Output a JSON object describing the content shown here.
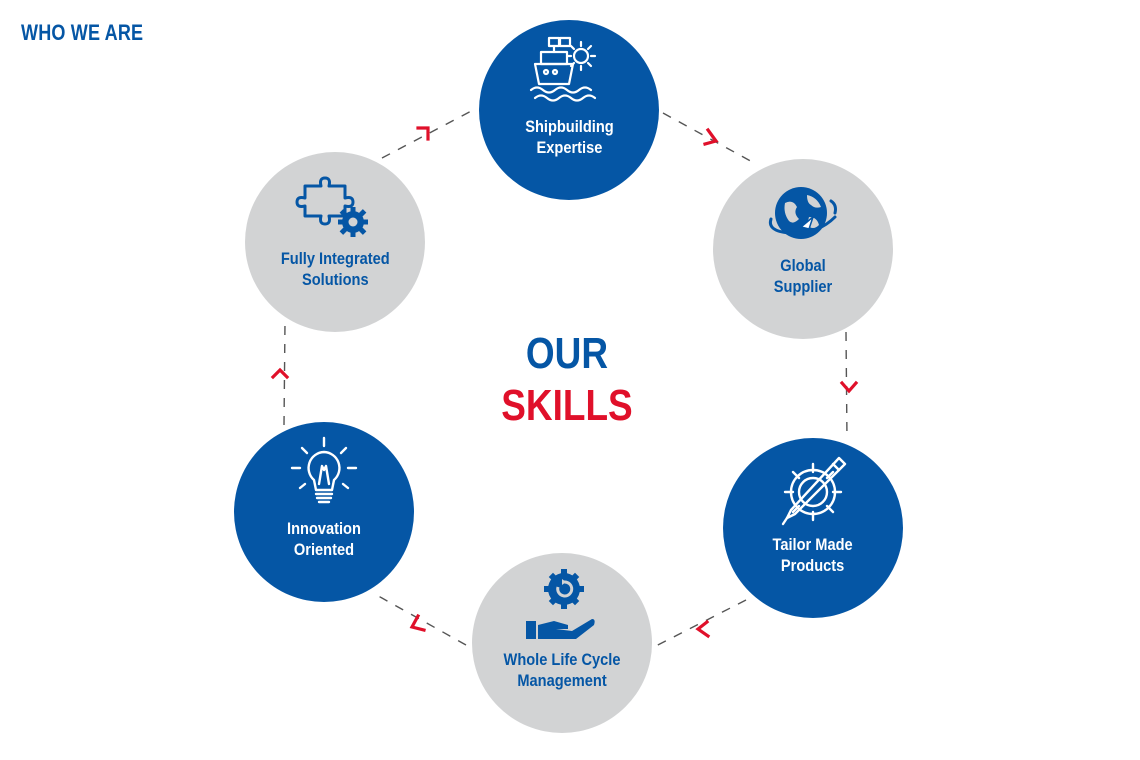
{
  "header": {
    "title": "WHO WE ARE"
  },
  "center": {
    "line1": "OUR",
    "line2": "SKILLS"
  },
  "colors": {
    "blue": "#0556A5",
    "grey": "#D2D3D4",
    "red": "#E0102A",
    "dash": "#555555",
    "white": "#FFFFFF"
  },
  "skills": [
    {
      "id": "shipbuilding",
      "lines": [
        "Shipbuilding",
        "Expertise"
      ],
      "theme": "blue",
      "icon": "ship-gear-icon"
    },
    {
      "id": "global",
      "lines": [
        "Global",
        "Supplier"
      ],
      "theme": "grey",
      "icon": "globe-plane-icon"
    },
    {
      "id": "tailor",
      "lines": [
        "Tailor Made",
        "Products"
      ],
      "theme": "blue",
      "icon": "gear-pencil-icon"
    },
    {
      "id": "lifecycle",
      "lines": [
        "Whole Life Cycle",
        "Management"
      ],
      "theme": "grey",
      "icon": "hand-gear-icon"
    },
    {
      "id": "innovation",
      "lines": [
        "Innovation",
        "Oriented"
      ],
      "theme": "blue",
      "icon": "lightbulb-icon"
    },
    {
      "id": "integrated",
      "lines": [
        "Fully Integrated",
        "Solutions"
      ],
      "theme": "grey",
      "icon": "puzzle-gear-icon"
    }
  ]
}
